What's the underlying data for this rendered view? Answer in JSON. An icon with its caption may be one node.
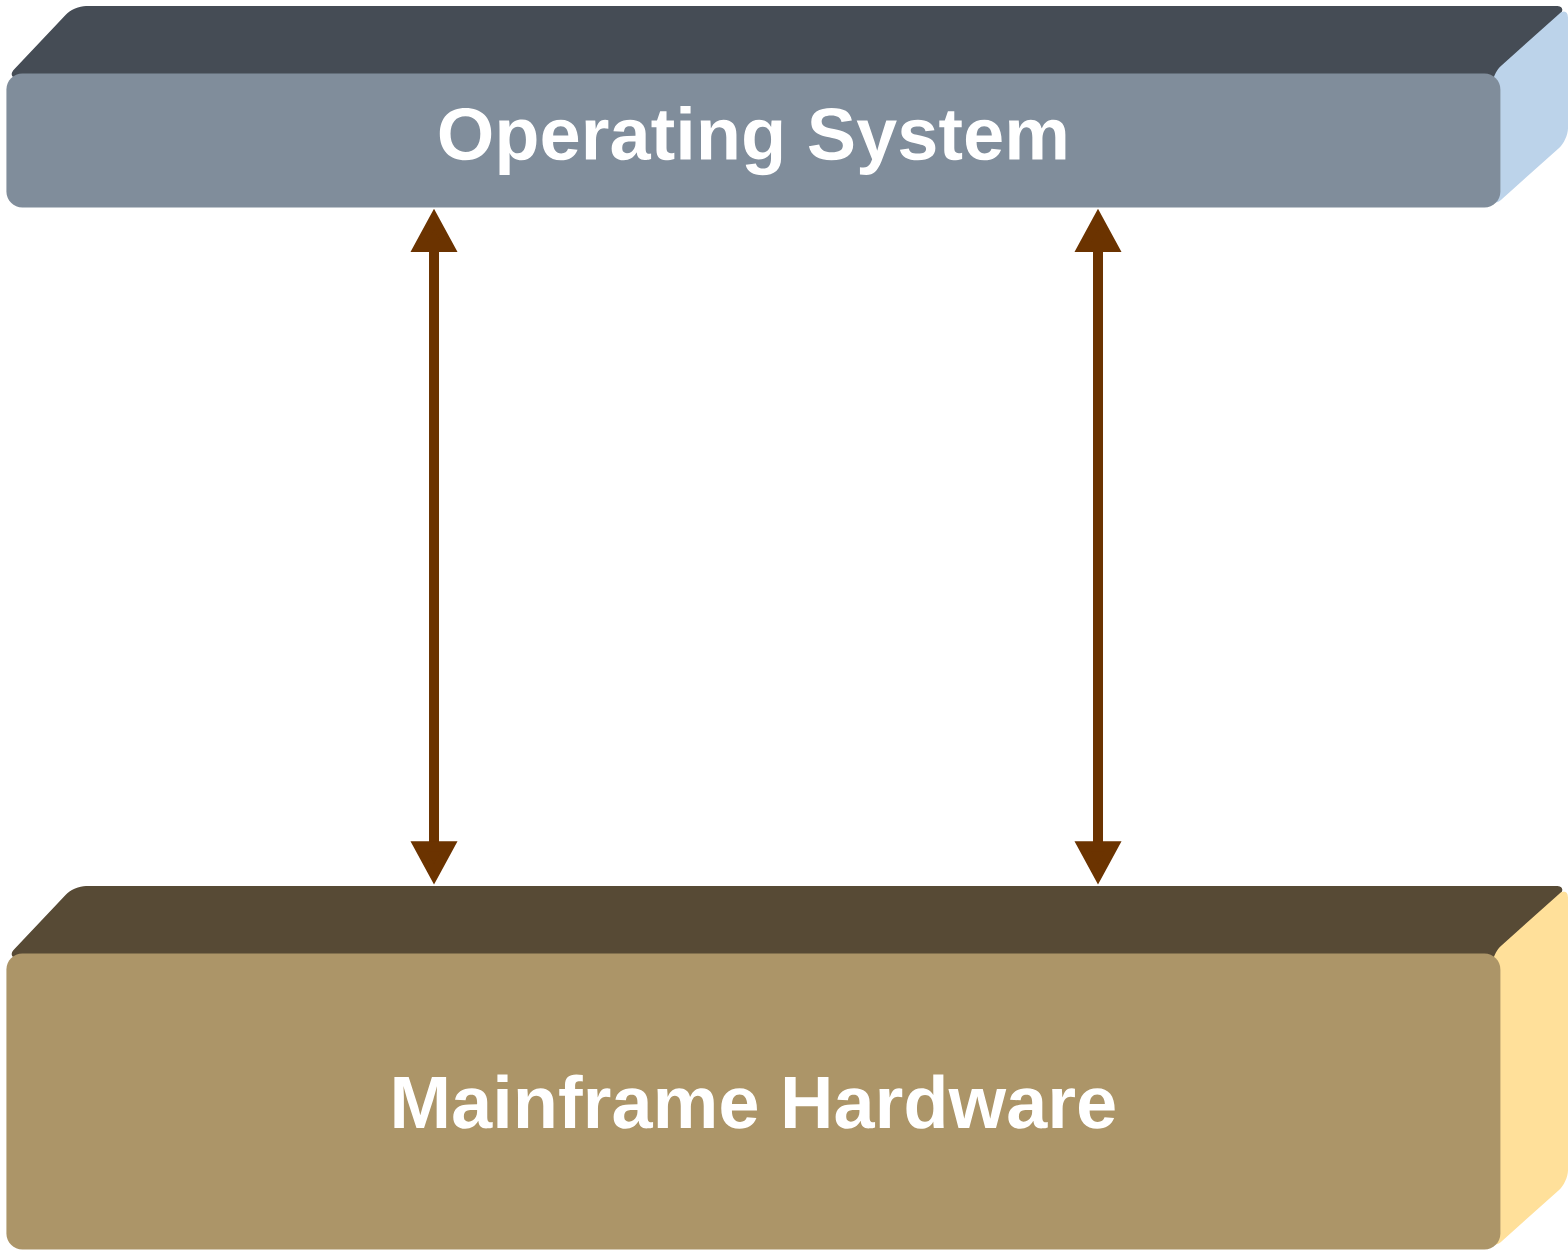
{
  "diagram": {
    "nodes": [
      {
        "text": [
          "Operating System"
        ]
      },
      {
        "text": [
          "Mainframe Hardware"
        ]
      }
    ],
    "edges": [
      {
        "from": 0,
        "to": 1,
        "arrow": "both"
      },
      {
        "from": 0,
        "to": 1,
        "arrow": "both"
      }
    ]
  }
}
